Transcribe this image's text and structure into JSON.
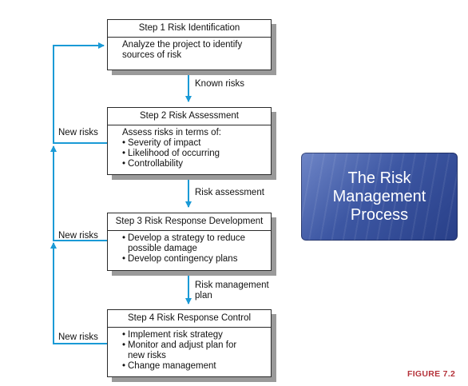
{
  "steps": [
    {
      "title": "Step 1 Risk Identification",
      "lines": [
        "Analyze the project to identify",
        "sources of risk"
      ]
    },
    {
      "title": "Step 2 Risk Assessment",
      "intro": "Assess risks in terms of:",
      "bullets": [
        "Severity of impact",
        "Likelihood of occurring",
        "Controllability"
      ]
    },
    {
      "title": "Step 3 Risk Response Development",
      "bullets": [
        "Develop a strategy to reduce possible damage",
        "Develop contingency plans"
      ]
    },
    {
      "title": "Step 4 Risk Response Control",
      "bullets": [
        "Implement risk strategy",
        "Monitor and adjust plan for new risks",
        "Change management"
      ]
    }
  ],
  "flow_labels": [
    "Known risks",
    "Risk assessment",
    "Risk management plan"
  ],
  "feedback_label": "New risks",
  "title_card": "The Risk Management Process",
  "figure_label": "FIGURE 7.2",
  "colors": {
    "arrow": "#1a9ad6",
    "title_card": "#3d57a3",
    "figure_label": "#b5333b",
    "shadow": "#9a9a9a"
  }
}
